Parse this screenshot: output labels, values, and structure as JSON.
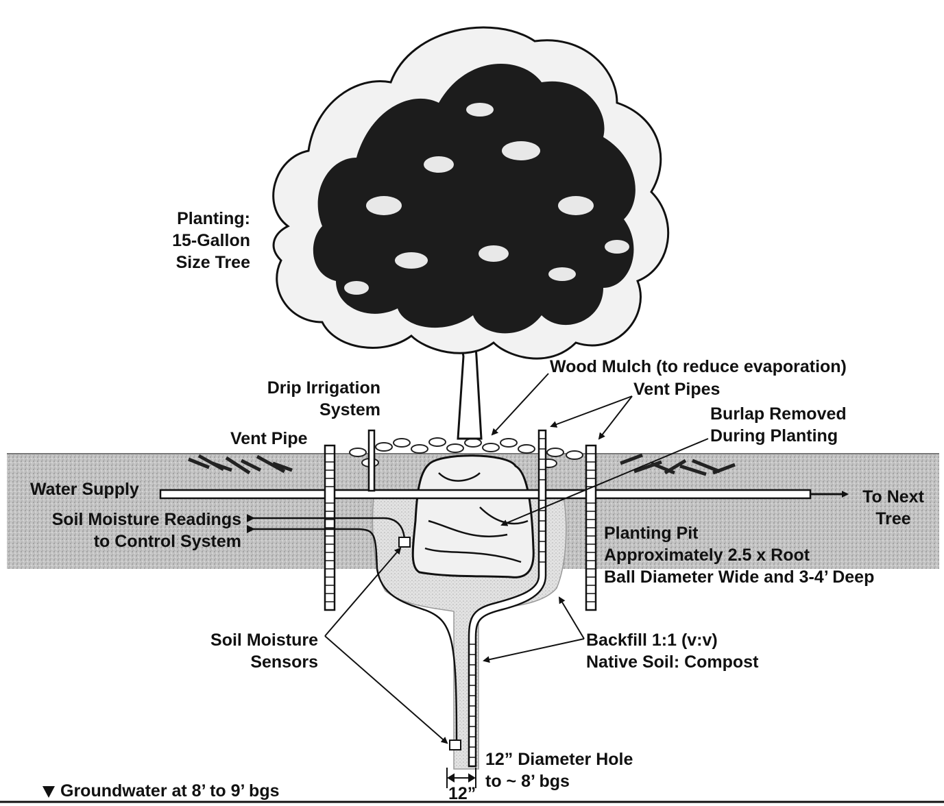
{
  "labels": {
    "planting": [
      "Planting:",
      "15-Gallon",
      "Size Tree"
    ],
    "wood_mulch": "Wood Mulch (to reduce evaporation)",
    "drip_irrigation": [
      "Drip Irrigation",
      "System"
    ],
    "vent_pipes": "Vent Pipes",
    "vent_pipe": "Vent Pipe",
    "burlap": [
      "Burlap Removed",
      "During Planting"
    ],
    "water_supply": "Water Supply",
    "to_next_tree": [
      "To Next",
      "Tree"
    ],
    "soil_moisture_readings": [
      "Soil Moisture Readings",
      "to Control System"
    ],
    "planting_pit": [
      "Planting Pit",
      "Approximately 2.5 x Root",
      "Ball Diameter Wide and  3-4’ Deep"
    ],
    "soil_moisture_sensors": [
      "Soil Moisture",
      "Sensors"
    ],
    "backfill": [
      "Backfill 1:1 (v:v)",
      "Native Soil: Compost"
    ],
    "diameter_hole": [
      "12” Diameter Hole",
      "to ~ 8’ bgs"
    ],
    "dimension": "12”",
    "groundwater": "Groundwater at 8’ to 9’ bgs"
  },
  "colors": {
    "ink": "#111111",
    "soil": "#bdbdbd",
    "backfill": "#dcdcdc",
    "foliage_dark": "#1a1a1a",
    "foliage_light": "#f4f4f4"
  }
}
